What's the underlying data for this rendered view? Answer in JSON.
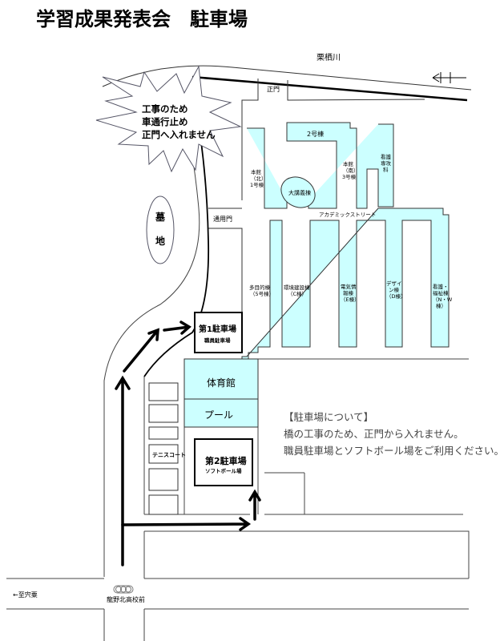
{
  "title": "学習成果発表会　駐車場",
  "colors": {
    "building": "#ccffff",
    "line": "#000000"
  },
  "labels": {
    "river": "栗栖川",
    "main_gate": "正門",
    "side_gate": "通用門",
    "cemetery": [
      "墓",
      "地"
    ],
    "warning": [
      "工事のため",
      "車通行止め",
      "正門へ入れません"
    ],
    "academic_street": "アカデミックストリート",
    "lecture_hall": "大講義棟",
    "bldg2": "2号棟",
    "bldg1": [
      "本館",
      "（北）",
      "1号棟"
    ],
    "bldg3": [
      "本館",
      "（南）",
      "3号棟"
    ],
    "nursing": [
      "看護",
      "専攻",
      "科"
    ],
    "bldg5": [
      "多目的棟",
      "（5号棟）"
    ],
    "bldgC": [
      "環境建設棟",
      "（C棟）"
    ],
    "bldgE": [
      "電気情",
      "報棟",
      "（E棟）"
    ],
    "bldgD": [
      "デザイ",
      "ン棟",
      "（D棟）"
    ],
    "bldgNW": [
      "看護・",
      "福祉棟",
      "（N・W",
      "棟）"
    ],
    "gym": "体育館",
    "pool": "プール",
    "tennis": "テニスコート",
    "parking1": "第1駐車場",
    "parking1_sub": "職員駐車場",
    "parking2": "第2駐車場",
    "parking2_sub": "ソフトボール場",
    "bus_stop": "龍野北高校前",
    "to_west": "←至宍粟"
  },
  "info": {
    "heading": "【駐車場について】",
    "line1": "橋の工事のため、正門から入れません。",
    "line2": "職員駐車場とソフトボール場をご利用ください。"
  }
}
